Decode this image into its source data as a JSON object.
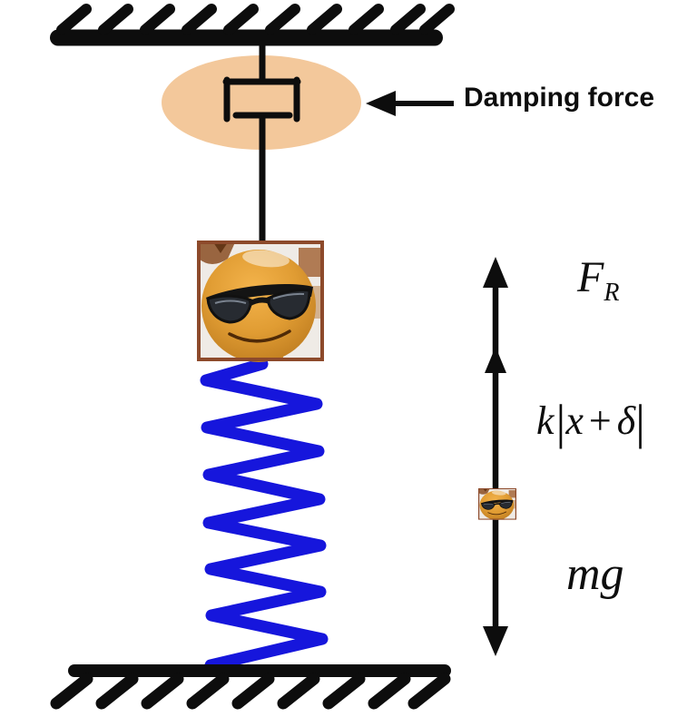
{
  "diagram": {
    "kind": "damped spring-mass system free-body diagram",
    "labels": {
      "damping_force": "Damping force",
      "restoring_force_main": "F",
      "restoring_force_sub": "R",
      "spring_force": {
        "k": "k",
        "bar_left": "|",
        "x": "x",
        "plus": "+",
        "delta": "δ",
        "bar_right": "|"
      },
      "weight": "mg"
    },
    "colors": {
      "ink_black": "#0d0d0d",
      "spring_blue": "#1616dc",
      "damper_ellipse_peach": "#f3c89b",
      "mass_border_brown": "#8d4a2b",
      "mass_head_orange": "#dd9832"
    }
  }
}
